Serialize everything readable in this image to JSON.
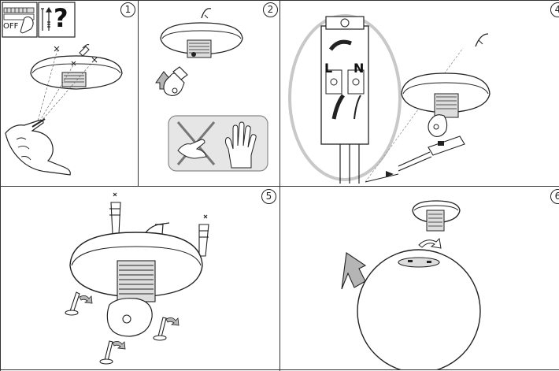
{
  "steps": [
    {
      "number": "1",
      "off_label": "OFF",
      "help_glyph": "?"
    },
    {
      "number": "2"
    },
    {
      "number": "4",
      "live_label": "L",
      "neutral_label": "N"
    },
    {
      "number": "5"
    },
    {
      "number": "6"
    }
  ],
  "colors": {
    "line": "#222222",
    "arrow_fill": "#b5b5b5",
    "prohibit_panel": "#e6e6e6",
    "border": "#333333"
  }
}
